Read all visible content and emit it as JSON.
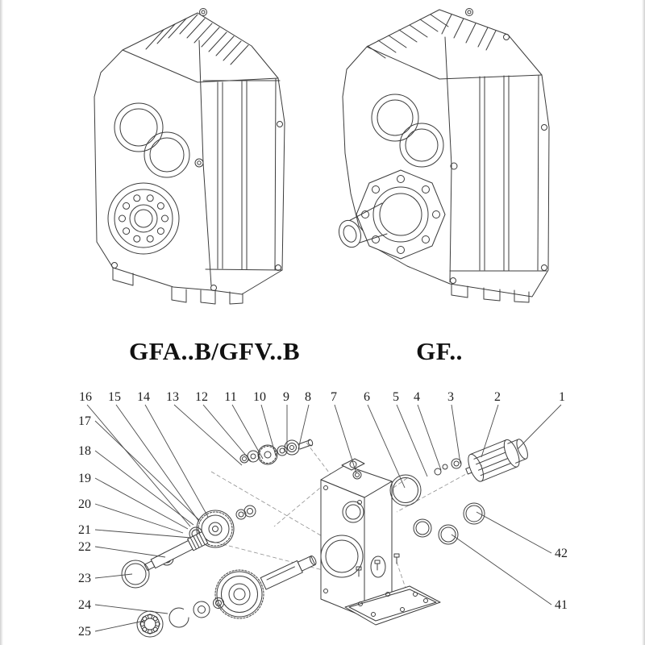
{
  "models": {
    "left_label": "GFA..B/GFV..B",
    "right_label": "GF.."
  },
  "exploded": {
    "top_row": [
      "16",
      "15",
      "14",
      "13",
      "12",
      "11",
      "10",
      "9",
      "8",
      "7",
      "6",
      "5",
      "4",
      "3",
      "2",
      "1"
    ],
    "left_column": [
      "17",
      "18",
      "19",
      "20",
      "21",
      "22",
      "23",
      "24",
      "25"
    ],
    "right_column": [
      "42",
      "41"
    ]
  },
  "colors": {
    "background": "#ffffff",
    "line_art": "#3c3c3c",
    "text": "#1c1c1c"
  }
}
